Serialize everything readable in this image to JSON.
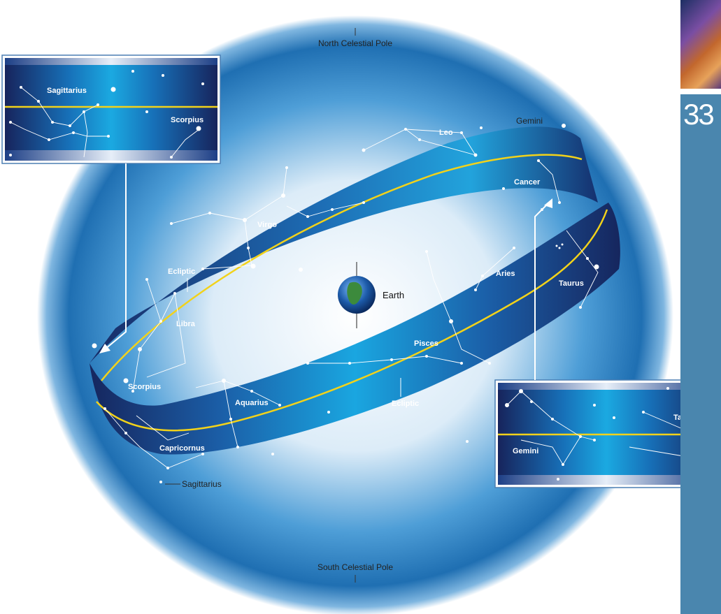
{
  "labels": {
    "north_pole": "North Celestial Pole",
    "south_pole": "South Celestial Pole",
    "earth": "Earth",
    "ecliptic_upper": "Ecliptic",
    "ecliptic_lower": "Ecliptic",
    "sagittarius_callout": "Sagittarius"
  },
  "constellations": {
    "leo": "Leo",
    "virgo": "Virgo",
    "libra": "Libra",
    "scorpius": "Scorpius",
    "capricornus": "Capricornus",
    "aquarius": "Aquarius",
    "pisces": "Pisces",
    "aries": "Aries",
    "taurus": "Taurus",
    "gemini": "Gemini",
    "cancer": "Cancer"
  },
  "inset_left": {
    "sagittarius": "Sagittarius",
    "scorpius": "Scorpius"
  },
  "inset_right": {
    "taurus": "Taurus",
    "gemini": "Gemini"
  },
  "chapter_number": "33",
  "colors": {
    "ecliptic_line": "#f2d21a",
    "band_dark": "#0f2f6e",
    "band_light": "#1aa6e0",
    "sphere_edge": "#1f6fb2",
    "side_bar": "#4a86ae"
  }
}
